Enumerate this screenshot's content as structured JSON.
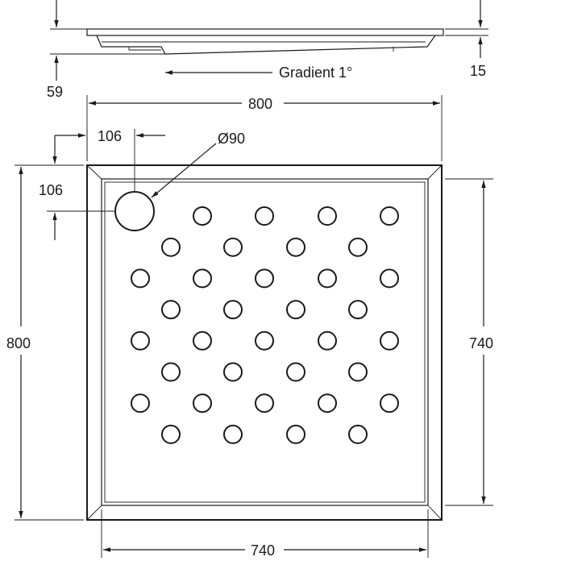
{
  "labels": {
    "gradient": "Gradient 1°",
    "depth_left": "59",
    "depth_right": "15",
    "outer_width": "800",
    "outer_height": "800",
    "inner_width": "740",
    "inner_height": "740",
    "drain_offset_x": "106",
    "drain_offset_y": "106",
    "drain_diameter": "Ø90"
  },
  "pattern": {
    "rows": 8,
    "odd_row_count": 5,
    "even_row_count": 4
  }
}
